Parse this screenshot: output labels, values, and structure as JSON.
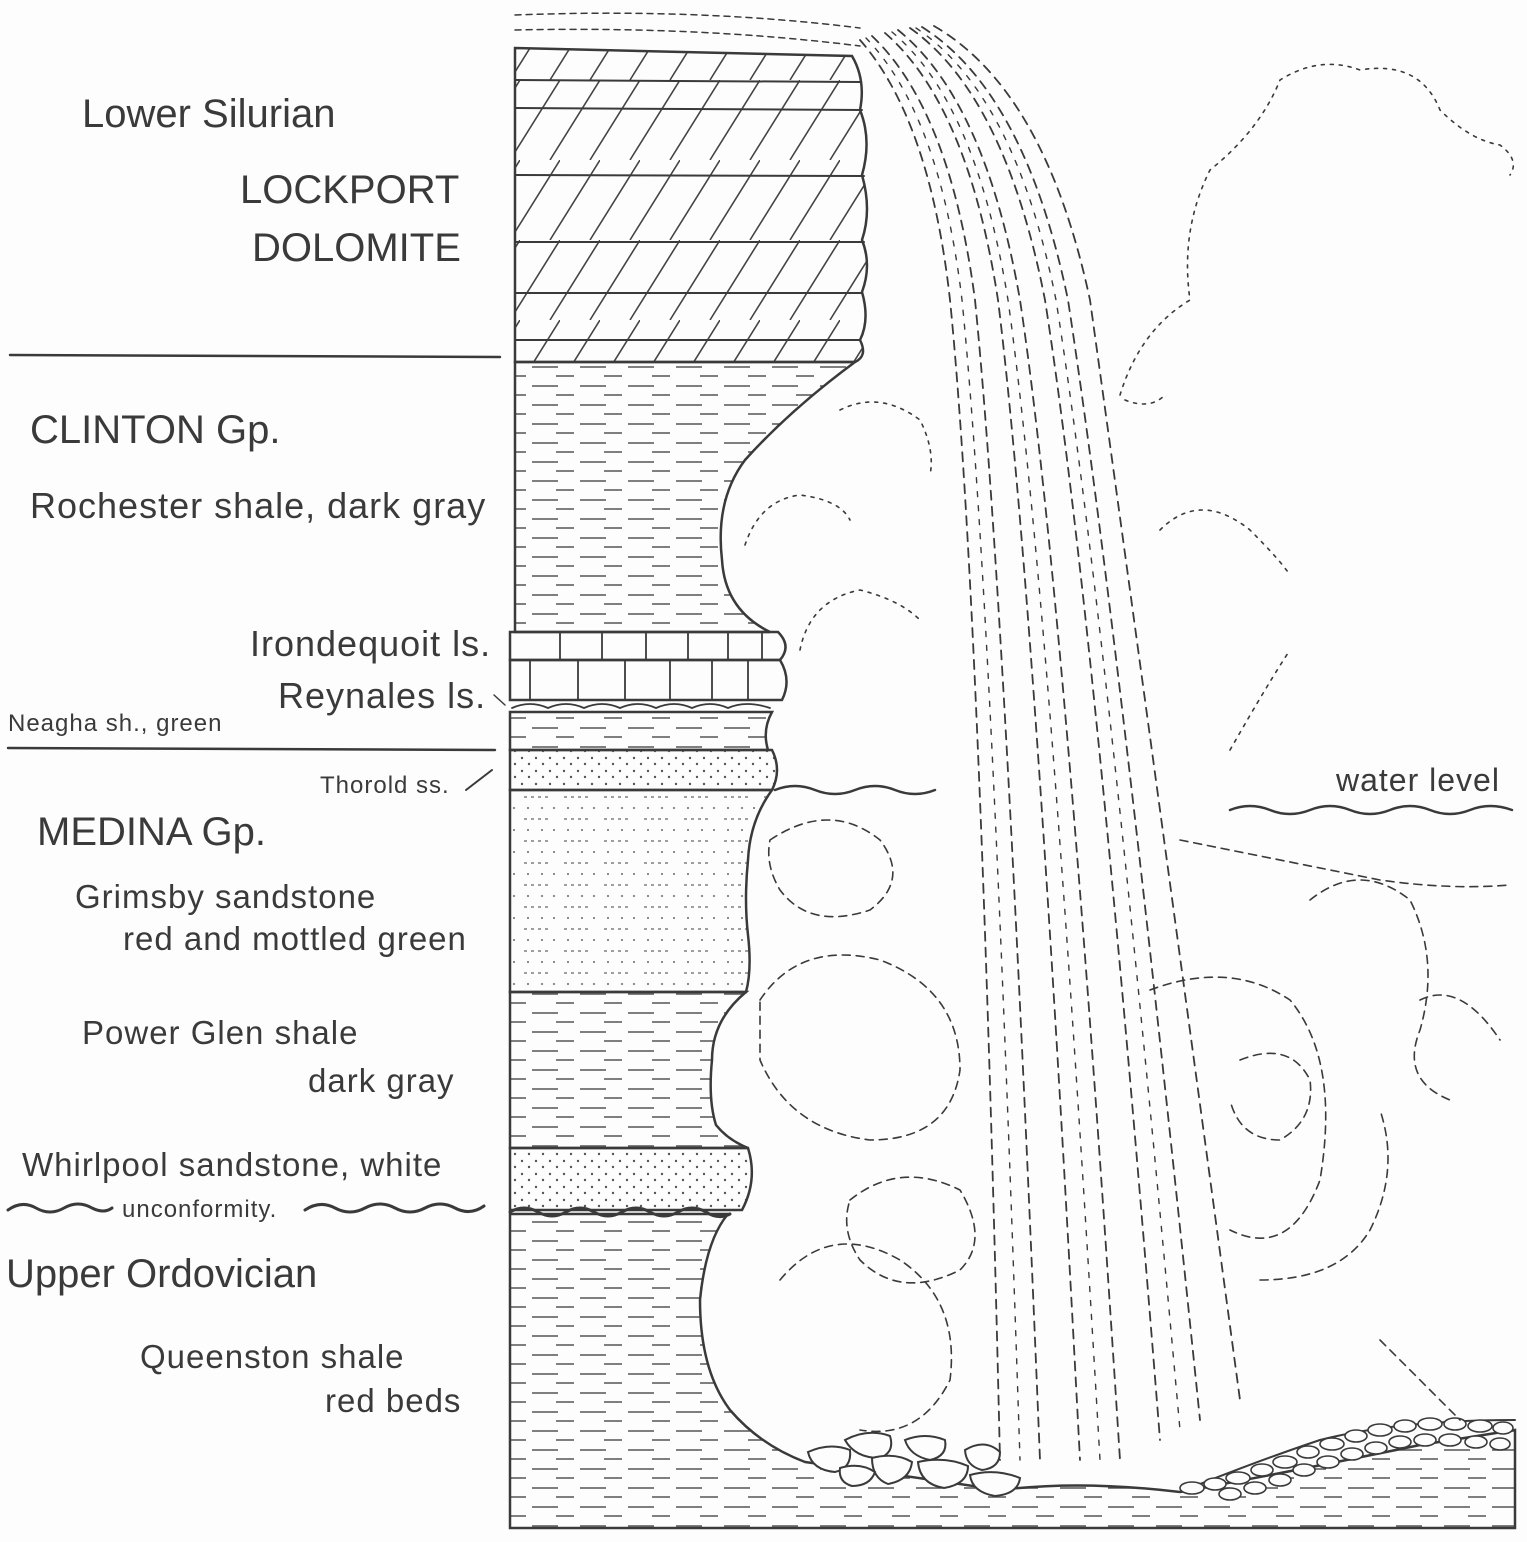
{
  "labels": {
    "lower_silurian": "Lower Silurian",
    "lockport_1": "LOCKPORT",
    "lockport_2": "DOLOMITE",
    "clinton": "CLINTON Gp.",
    "rochester": "Rochester shale, dark gray",
    "irondequoit": "Irondequoit ls.",
    "reynales": "Reynales ls.",
    "neagha": "Neagha sh., green",
    "thorold": "Thorold ss.",
    "medina": "MEDINA Gp.",
    "grimsby_1": "Grimsby sandstone",
    "grimsby_2": "red and mottled green",
    "power_glen_1": "Power Glen shale",
    "power_glen_2": "dark gray",
    "whirlpool": "Whirlpool  sandstone, white",
    "unconformity": "unconformity.",
    "upper_ordovician": "Upper Ordovician",
    "queenston_1": "Queenston shale",
    "queenston_2": "red beds",
    "water_level": "water level"
  },
  "colors": {
    "ink": "#333333",
    "paper": "#fdfdfd"
  }
}
